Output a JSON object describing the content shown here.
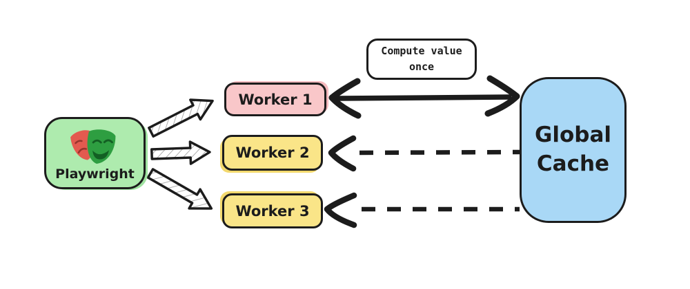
{
  "diagram": {
    "background": "#ffffff",
    "stroke_color": "#1c1c1c",
    "nodes": {
      "playwright": {
        "label": "Playwright",
        "fill": "#aeebae",
        "icon": "theater-masks-icon"
      },
      "worker1": {
        "label": "Worker 1",
        "fill": "#f9c7c9"
      },
      "worker2": {
        "label": "Worker 2",
        "fill": "#fae588"
      },
      "worker3": {
        "label": "Worker 3",
        "fill": "#fae588"
      },
      "cache": {
        "label": "Global Cache",
        "fill": "#a9d8f6"
      }
    },
    "annotation": {
      "label": "Compute value once"
    },
    "edges": [
      {
        "from": "playwright",
        "to": "worker1",
        "style": "hatched-block-arrow"
      },
      {
        "from": "playwright",
        "to": "worker2",
        "style": "hatched-block-arrow"
      },
      {
        "from": "playwright",
        "to": "worker3",
        "style": "hatched-block-arrow"
      },
      {
        "from": "worker1",
        "to": "cache",
        "style": "solid-double-headed-arrow",
        "label": "Compute value once"
      },
      {
        "from": "cache",
        "to": "worker2",
        "style": "dashed-arrow"
      },
      {
        "from": "cache",
        "to": "worker3",
        "style": "dashed-arrow"
      }
    ],
    "icon_colors": {
      "mask_red": "#e35a4f",
      "mask_red_features": "#97352c",
      "mask_green": "#2e9e41",
      "mask_green_features": "#135f23"
    }
  }
}
